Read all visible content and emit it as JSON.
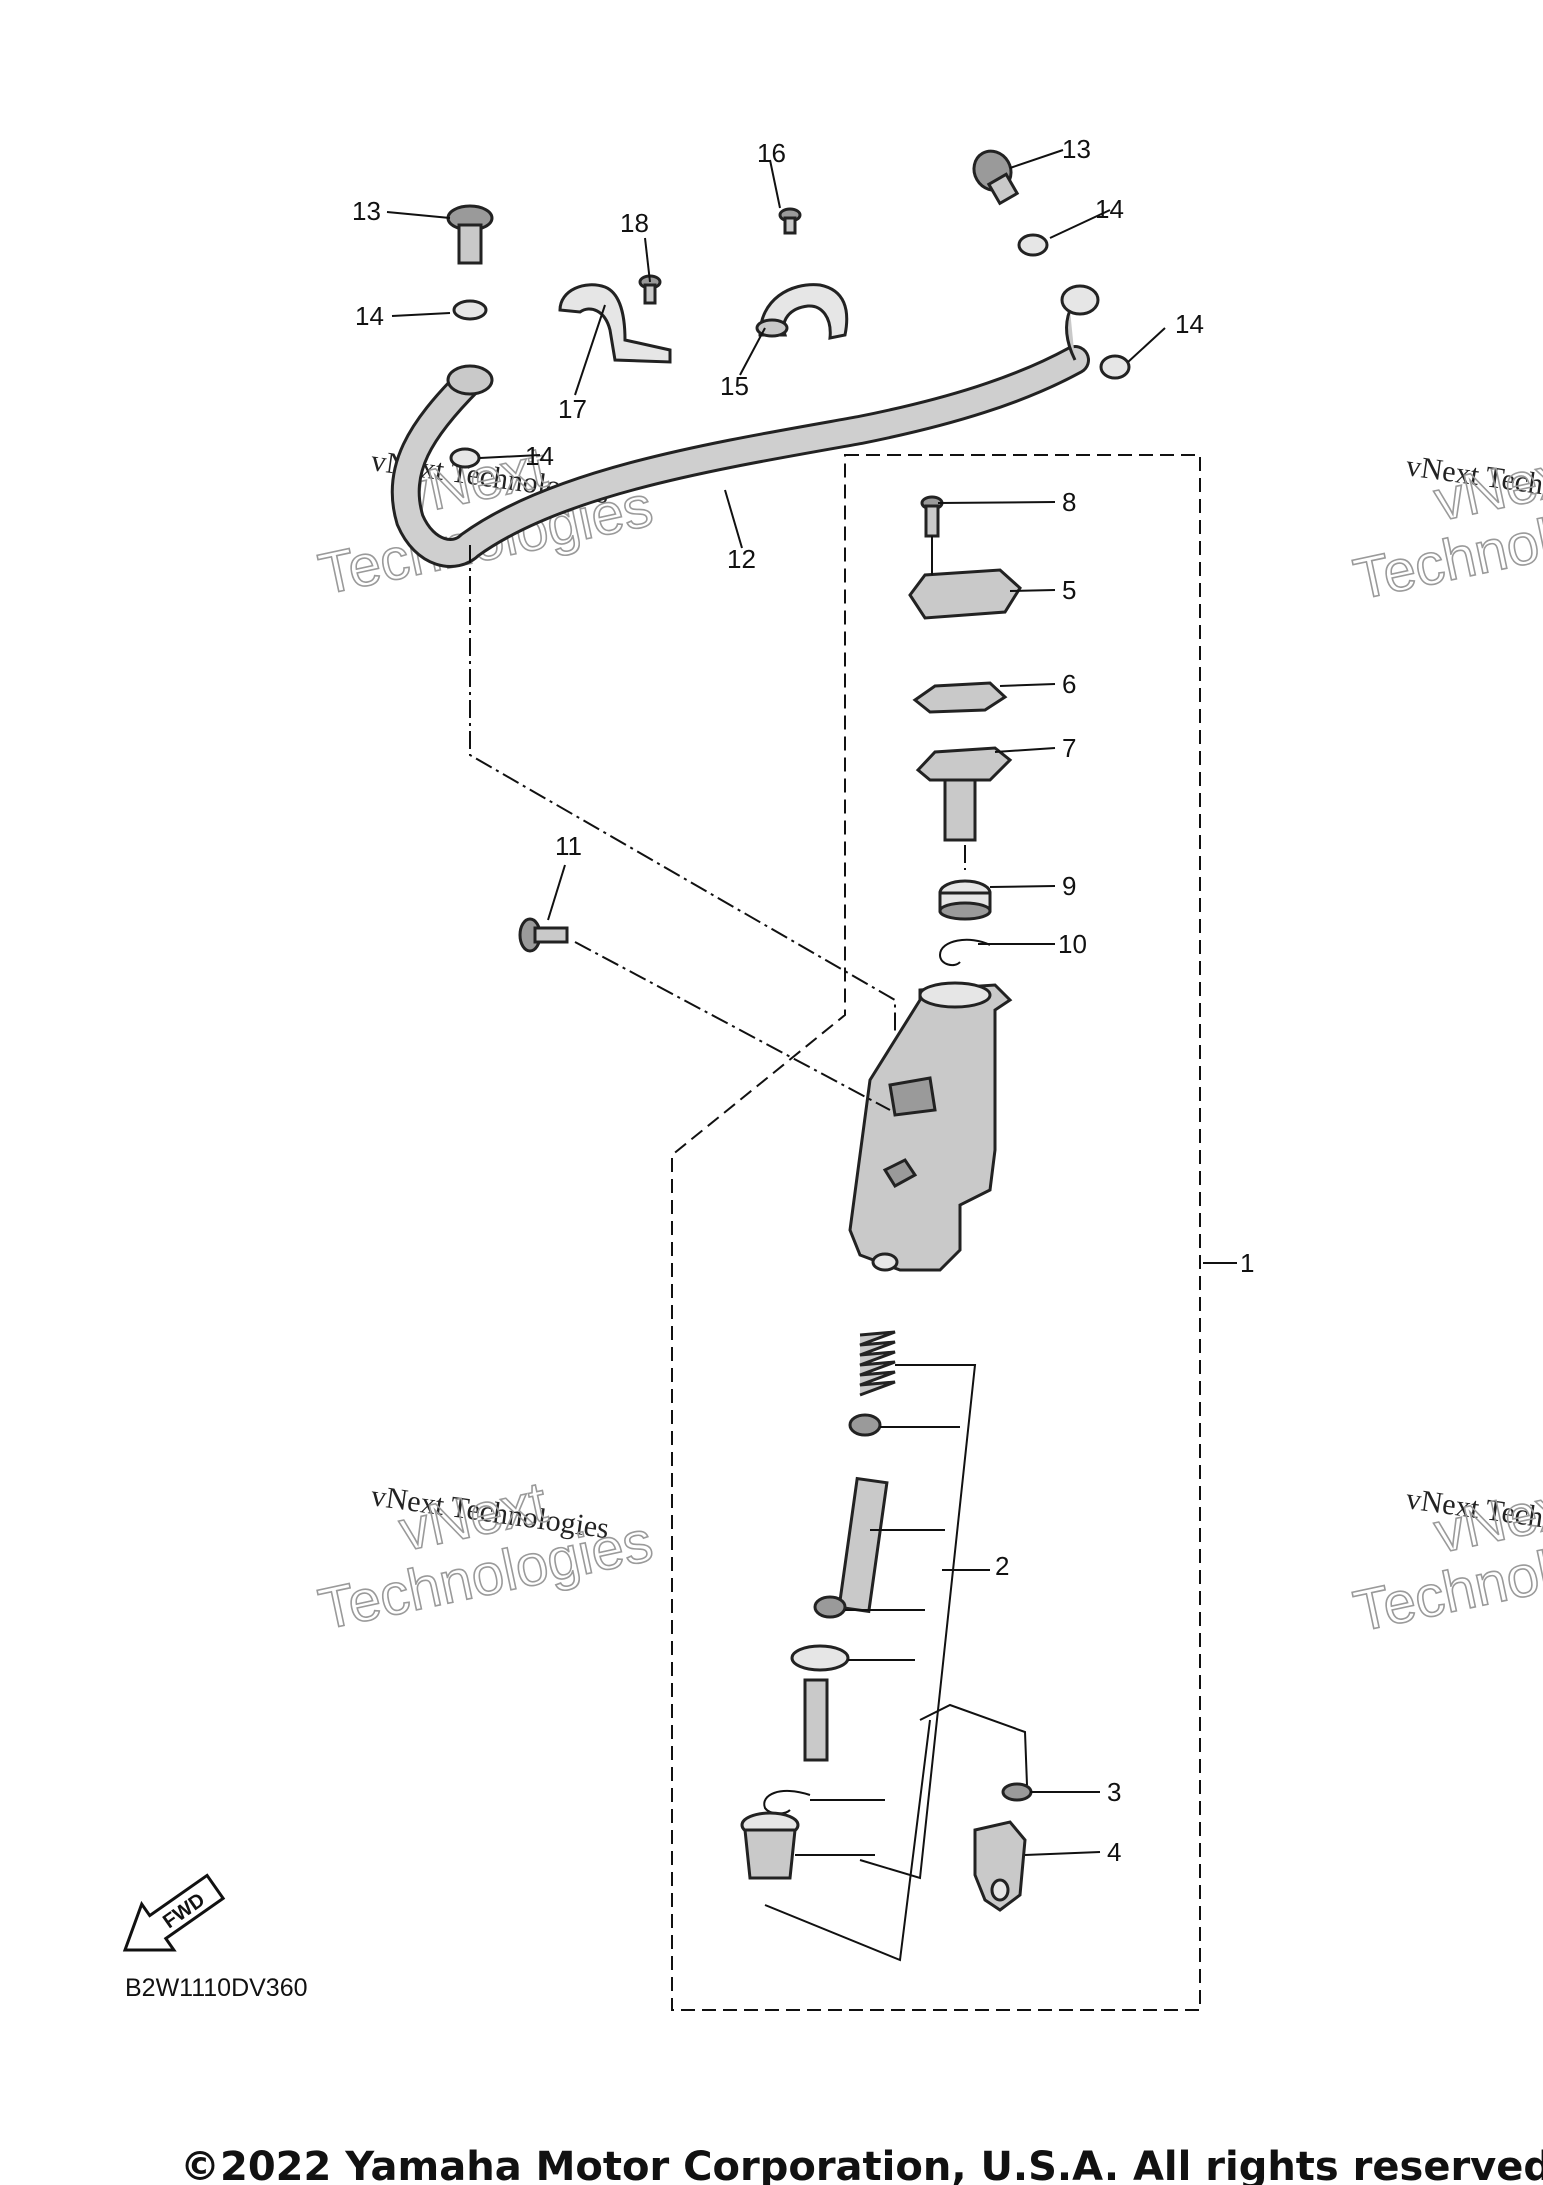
{
  "diagram": {
    "callouts": [
      "1",
      "2",
      "3",
      "4",
      "5",
      "6",
      "7",
      "8",
      "9",
      "10",
      "11",
      "12",
      "13",
      "14",
      "15",
      "16",
      "17",
      "18"
    ],
    "drawing_code": "B2W1110DV360",
    "fwd_label": "FWD",
    "copyright": "©2022 Yamaha Motor Corporation, U.S.A. All rights reserved.",
    "watermark": {
      "line1": "vNext Technologies",
      "line2": "vNext",
      "line3": "Technologies"
    },
    "colors": {
      "line": "#111111",
      "part_fill": "#c9c9c9",
      "watermark_outline": "#9a9a9a"
    }
  }
}
